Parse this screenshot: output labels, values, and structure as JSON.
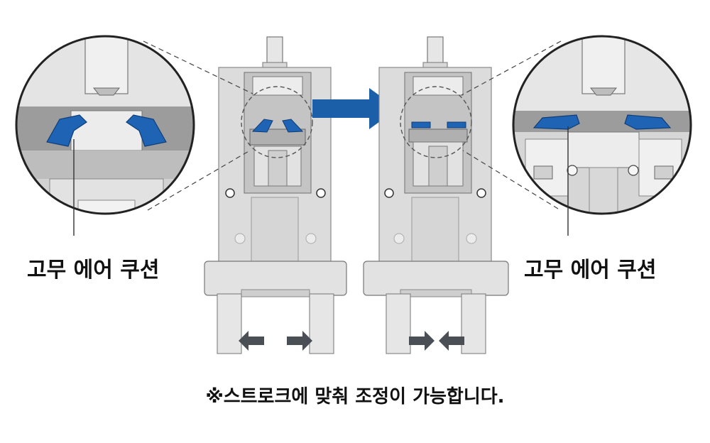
{
  "labels": {
    "left_callout": "고무 에어 쿠션",
    "right_callout": "고무 에어 쿠션"
  },
  "footnote": "※스트로크에 맞춰 조정이 가능합니다.",
  "colors": {
    "cushion_blue": "#1f64b4",
    "arrow_blue": "#1a5fa8",
    "body_gray": "#dcdcdc",
    "dark_arrow": "#4a4f55",
    "text": "#111111"
  },
  "icons": [
    "right-arrow-icon",
    "left-arrow-icon"
  ]
}
